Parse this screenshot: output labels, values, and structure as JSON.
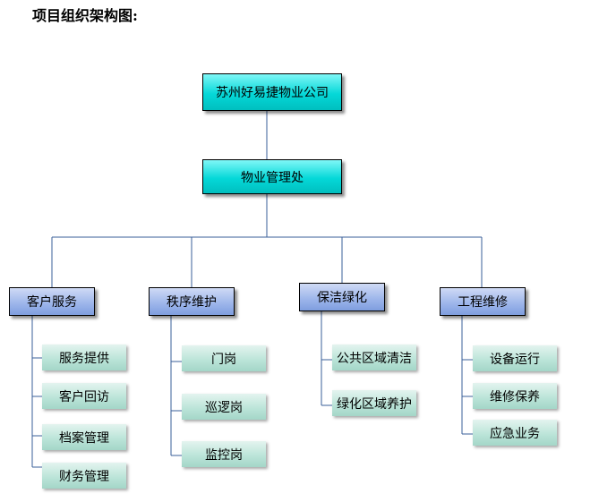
{
  "title": "项目组织架构图:",
  "company": "苏州好易捷物业公司",
  "office": "物业管理处",
  "departments": [
    {
      "name": "客户服务",
      "items": [
        "服务提供",
        "客户回访",
        "档案管理",
        "财务管理"
      ]
    },
    {
      "name": "秩序维护",
      "items": [
        "门岗",
        "巡逻岗",
        "监控岗"
      ]
    },
    {
      "name": "保洁绿化",
      "items": [
        "公共区域清洁",
        "绿化区域养护"
      ]
    },
    {
      "name": "工程维修",
      "items": [
        "设备运行",
        "维修保养",
        "应急业务"
      ]
    }
  ],
  "colors": {
    "top_box": "#00cccc",
    "department_box": "#9bb4ea",
    "item_box": "#b9e3d7",
    "connector": "#3a5f9a"
  }
}
